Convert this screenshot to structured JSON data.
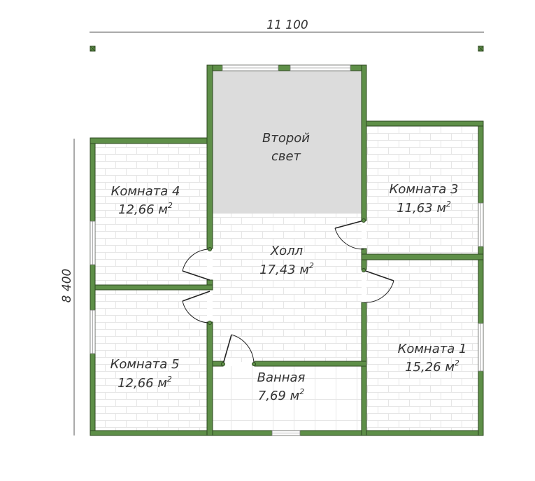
{
  "dimensions": {
    "width_label": "11 100",
    "height_label": "8 400"
  },
  "rooms": {
    "second_light": {
      "name_line1": "Второй",
      "name_line2": "свет"
    },
    "room4": {
      "name": "Комната 4",
      "area": "12,66 м",
      "area_sup": "2"
    },
    "room3": {
      "name": "Комната 3",
      "area": "11,63 м",
      "area_sup": "2"
    },
    "hall": {
      "name": "Холл",
      "area": "17,43 м",
      "area_sup": "2"
    },
    "room1": {
      "name": "Комната 1",
      "area": "15,26 м",
      "area_sup": "2"
    },
    "room5": {
      "name": "Комната 5",
      "area": "12,66 м",
      "area_sup": "2"
    },
    "bath": {
      "name": "Ванная",
      "area": "7,69 м",
      "area_sup": "2"
    }
  },
  "colors": {
    "wall": "#5e8f48",
    "wall_stroke": "#2f4a22",
    "second_light_fill": "#dcdcdc",
    "tile_line": "#e4e4e4"
  }
}
